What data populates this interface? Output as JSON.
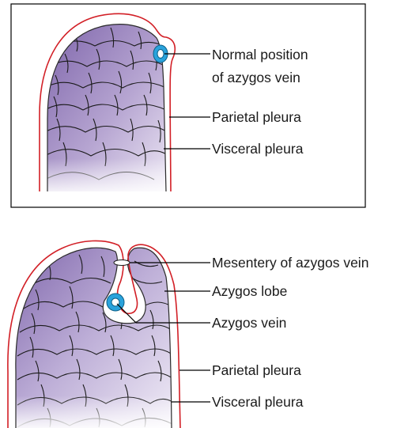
{
  "colors": {
    "parietal_pleura": "#d21f26",
    "lung_purple": "#7b62aa",
    "lung_light": "#e4dcef",
    "azygos_vein_fill": "#2aa3dc",
    "azygos_vein_core": "#ffffff"
  },
  "panels": [
    {
      "labels": {
        "normal_position": [
          "Normal position",
          "of azygos vein"
        ],
        "parietal_pleura": "Parietal pleura",
        "visceral_pleura": "Visceral pleura"
      }
    },
    {
      "labels": {
        "mesentery": "Mesentery of azygos vein",
        "azygos_lobe": "Azygos lobe",
        "azygos_vein": "Azygos vein",
        "parietal_pleura": "Parietal pleura",
        "visceral_pleura": "Visceral pleura"
      }
    }
  ]
}
